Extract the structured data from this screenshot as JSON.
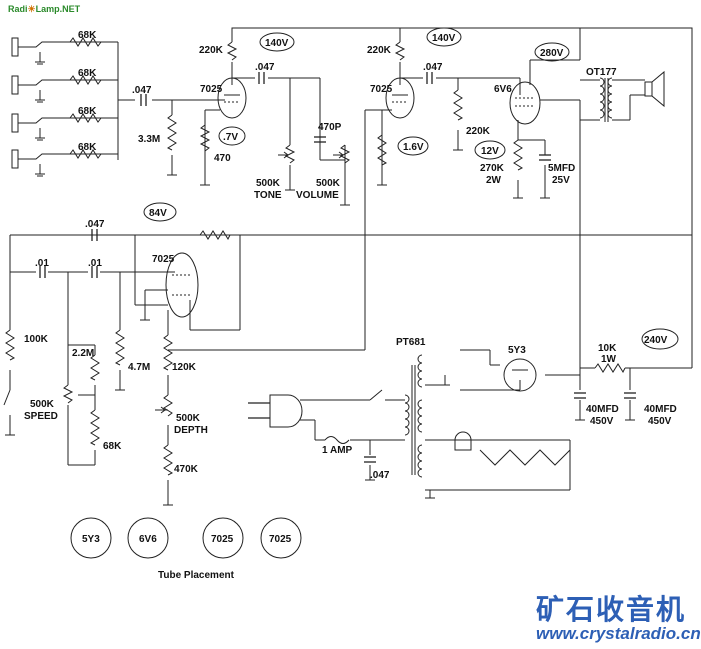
{
  "watermark": {
    "part1": "Radi",
    "part2": "Lamp.NET"
  },
  "brand": {
    "name_cn": "矿石收音机",
    "url": "www.crystalradio.cn"
  },
  "labels": {
    "r68k_1": "68K",
    "r68k_2": "68K",
    "r68k_3": "68K",
    "r68k_4": "68K",
    "c047_in": ".047",
    "r3m3": "3.3M",
    "r220k_a": "220K",
    "v140_a": "140V",
    "tube_a": "7025",
    "c047_a": ".047",
    "v07": ".7V",
    "r470": "470",
    "c470p": "470P",
    "tone": "500K",
    "tone_lbl": "TONE",
    "vol": "500K",
    "vol_lbl": "VOLUME",
    "r220k_b": "220K",
    "v140_b": "140V",
    "tube_b": "7025",
    "c047_b": ".047",
    "r220k_c": "220K",
    "v16": "1.6V",
    "v280": "280V",
    "tube_6v6": "6V6",
    "ot": "OT177",
    "v12": "12V",
    "r270k": "270K",
    "r270k_w": "2W",
    "c5mfd": "5MFD",
    "c5mfd_v": "25V",
    "c047_t": ".047",
    "v84": "84V",
    "c01_a": ".01",
    "c01_b": ".01",
    "tube_c": "7025",
    "r100k": "100K",
    "r2m2": "2.2M",
    "r4m7": "4.7M",
    "r120k": "120K",
    "speed": "500K",
    "speed_lbl": "SPEED",
    "r68k_5": "68K",
    "depth": "500K",
    "depth_lbl": "DEPTH",
    "r470k": "470K",
    "pt": "PT681",
    "rect": "5Y3",
    "r10k": "10K",
    "r10k_w": "1W",
    "v240": "240V",
    "c40_a": "40MFD",
    "c40_a_v": "450V",
    "c40_b": "40MFD",
    "c40_b_v": "450V",
    "fuse": "1 AMP",
    "c047_line": ".047"
  },
  "tube_placement": {
    "tubes": [
      "5Y3",
      "6V6",
      "7025",
      "7025"
    ],
    "caption": "Tube Placement"
  }
}
